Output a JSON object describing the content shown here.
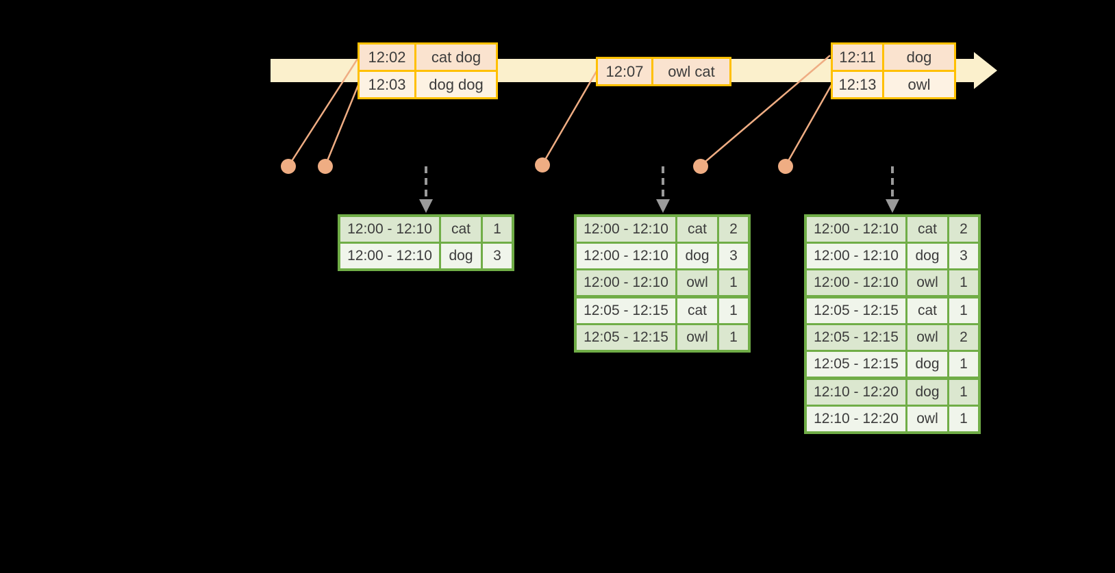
{
  "colors": {
    "background": "#000000",
    "timeline_fill": "#FBF0CC",
    "event_table_border": "#FFC000",
    "event_row_dark": "#FAE3CF",
    "event_row_light": "#FDF2E3",
    "event_marker": "#EFAD83",
    "result_table_border": "#70AD47",
    "result_row_dark": "#DBE7CF",
    "result_row_light": "#F0F5EB",
    "trigger_arrow": "#9A9A9A",
    "text": "#3C3C3C"
  },
  "timeline": {
    "event_groups": [
      {
        "rows": [
          {
            "time": "12:02",
            "words": "cat dog"
          },
          {
            "time": "12:03",
            "words": "dog dog"
          }
        ]
      },
      {
        "rows": [
          {
            "time": "12:07",
            "words": "owl cat"
          }
        ]
      },
      {
        "rows": [
          {
            "time": "12:11",
            "words": "dog"
          },
          {
            "time": "12:13",
            "words": "owl"
          }
        ]
      }
    ]
  },
  "results": [
    {
      "rows": [
        {
          "window": "12:00 - 12:10",
          "word": "cat",
          "count": "1"
        },
        {
          "window": "12:00 - 12:10",
          "word": "dog",
          "count": "3"
        }
      ]
    },
    {
      "rows": [
        {
          "window": "12:00 - 12:10",
          "word": "cat",
          "count": "2"
        },
        {
          "window": "12:00 - 12:10",
          "word": "dog",
          "count": "3"
        },
        {
          "window": "12:00 - 12:10",
          "word": "owl",
          "count": "1"
        },
        {
          "window": "12:05 - 12:15",
          "word": "cat",
          "count": "1"
        },
        {
          "window": "12:05 - 12:15",
          "word": "owl",
          "count": "1"
        }
      ]
    },
    {
      "rows": [
        {
          "window": "12:00 - 12:10",
          "word": "cat",
          "count": "2"
        },
        {
          "window": "12:00 - 12:10",
          "word": "dog",
          "count": "3"
        },
        {
          "window": "12:00 - 12:10",
          "word": "owl",
          "count": "1"
        },
        {
          "window": "12:05 - 12:15",
          "word": "cat",
          "count": "1"
        },
        {
          "window": "12:05 - 12:15",
          "word": "owl",
          "count": "2"
        },
        {
          "window": "12:05 - 12:15",
          "word": "dog",
          "count": "1"
        },
        {
          "window": "12:10 - 12:20",
          "word": "dog",
          "count": "1"
        },
        {
          "window": "12:10 - 12:20",
          "word": "owl",
          "count": "1"
        }
      ]
    }
  ]
}
